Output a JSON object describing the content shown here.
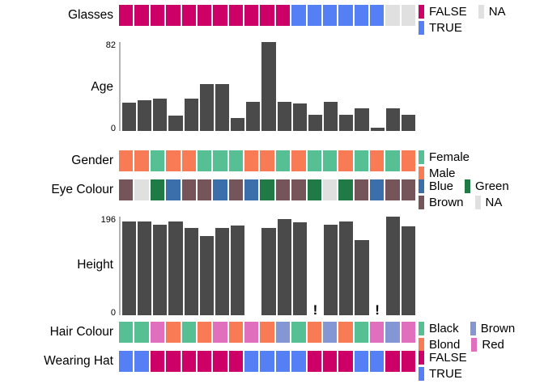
{
  "chart_data": {
    "type": "table",
    "title": "",
    "n_observations": 19,
    "description": "Data profile plot: categorical variables drawn as colour strips, numeric variables drawn as bar charts, with '!' marking missing numeric values.",
    "variables": [
      {
        "name": "Glasses",
        "kind": "categorical",
        "values": [
          "FALSE",
          "FALSE",
          "FALSE",
          "FALSE",
          "FALSE",
          "FALSE",
          "FALSE",
          "FALSE",
          "FALSE",
          "FALSE",
          "FALSE",
          "TRUE",
          "TRUE",
          "TRUE",
          "TRUE",
          "TRUE",
          "TRUE",
          "NA",
          "NA"
        ],
        "legend": [
          {
            "label": "FALSE",
            "color": "#cc0066"
          },
          {
            "label": "NA",
            "color": "#e0e0e0"
          },
          {
            "label": "TRUE",
            "color": "#5580f5"
          }
        ]
      },
      {
        "name": "Age",
        "kind": "numeric",
        "ylim": [
          0,
          82
        ],
        "ytick_top": "82",
        "ytick_bottom": "0",
        "values": [
          26,
          28,
          30,
          14,
          30,
          43,
          43,
          12,
          27,
          82,
          27,
          25,
          15,
          27,
          15,
          21,
          3,
          21,
          15
        ],
        "missing": []
      },
      {
        "name": "Gender",
        "kind": "categorical",
        "values": [
          "Male",
          "Male",
          "Female",
          "Male",
          "Male",
          "Female",
          "Female",
          "Female",
          "Male",
          "Male",
          "Female",
          "Male",
          "Female",
          "Female",
          "Male",
          "Female",
          "Male",
          "Female",
          "Male"
        ],
        "legend": [
          {
            "label": "Female",
            "color": "#56bf94"
          },
          {
            "label": "Male",
            "color": "#f97b55"
          }
        ]
      },
      {
        "name": "Eye Colour",
        "kind": "categorical",
        "values": [
          "Brown",
          "NA",
          "Green",
          "Blue",
          "Brown",
          "Brown",
          "Blue",
          "Brown",
          "Blue",
          "Green",
          "Brown",
          "Brown",
          "Green",
          "NA",
          "Green",
          "Brown",
          "Blue",
          "Brown",
          "Brown"
        ],
        "legend": [
          {
            "label": "Blue",
            "color": "#3a6fab"
          },
          {
            "label": "Green",
            "color": "#1f7a45"
          },
          {
            "label": "Brown",
            "color": "#75545a"
          },
          {
            "label": "NA",
            "color": "#e0e0e0"
          }
        ]
      },
      {
        "name": "Height",
        "kind": "numeric",
        "ylim": [
          0,
          196
        ],
        "ytick_top": "196",
        "ytick_bottom": "0",
        "values": [
          186,
          186,
          180,
          186,
          173,
          158,
          173,
          178,
          null,
          173,
          191,
          184,
          0,
          180,
          186,
          150,
          0,
          196,
          176
        ],
        "missing_marker": "!",
        "missing_indices": [
          12,
          16
        ],
        "absent_indices": [
          8
        ]
      },
      {
        "name": "Hair Colour",
        "kind": "categorical",
        "values": [
          "Black",
          "Black",
          "Red",
          "Blond",
          "Black",
          "Blond",
          "Red",
          "Blond",
          "Red",
          "Blond",
          "Brown",
          "Black",
          "Blond",
          "Brown",
          "Blond",
          "Black",
          "Red",
          "Brown",
          "Red"
        ],
        "legend": [
          {
            "label": "Black",
            "color": "#56bf94"
          },
          {
            "label": "Brown",
            "color": "#8596d4"
          },
          {
            "label": "Blond",
            "color": "#f97b55"
          },
          {
            "label": "Red",
            "color": "#e070bd"
          }
        ]
      },
      {
        "name": "Wearing Hat",
        "kind": "categorical",
        "values": [
          "TRUE",
          "TRUE",
          "FALSE",
          "FALSE",
          "FALSE",
          "FALSE",
          "FALSE",
          "FALSE",
          "TRUE",
          "TRUE",
          "TRUE",
          "TRUE",
          "FALSE",
          "FALSE",
          "FALSE",
          "TRUE",
          "TRUE",
          "FALSE",
          "FALSE"
        ],
        "legend": [
          {
            "label": "FALSE",
            "color": "#cc0066"
          },
          {
            "label": "TRUE",
            "color": "#5580f5"
          }
        ]
      }
    ]
  },
  "labels": {
    "glasses": "Glasses",
    "age": "Age",
    "gender": "Gender",
    "eye_colour": "Eye Colour",
    "height": "Height",
    "hair_colour": "Hair Colour",
    "wearing_hat": "Wearing Hat"
  },
  "axes": {
    "age_top": "82",
    "age_bottom": "0",
    "height_top": "196",
    "height_bottom": "0"
  },
  "legends": {
    "glasses": [
      {
        "label": "FALSE",
        "color": "#cc0066"
      },
      {
        "label": "NA",
        "color": "#e0e0e0"
      },
      {
        "label": "TRUE",
        "color": "#5580f5"
      }
    ],
    "gender": [
      {
        "label": "Female",
        "color": "#56bf94"
      },
      {
        "label": "Male",
        "color": "#f97b55"
      }
    ],
    "eye_colour": [
      {
        "label": "Blue",
        "color": "#3a6fab"
      },
      {
        "label": "Green",
        "color": "#1f7a45"
      },
      {
        "label": "Brown",
        "color": "#75545a"
      },
      {
        "label": "NA",
        "color": "#e0e0e0"
      }
    ],
    "hair_colour": [
      {
        "label": "Black",
        "color": "#56bf94"
      },
      {
        "label": "Brown",
        "color": "#8596d4"
      },
      {
        "label": "Blond",
        "color": "#f97b55"
      },
      {
        "label": "Red",
        "color": "#e070bd"
      }
    ],
    "wearing_hat": [
      {
        "label": "FALSE",
        "color": "#cc0066"
      },
      {
        "label": "TRUE",
        "color": "#5580f5"
      }
    ]
  },
  "palette": {
    "bar_fill": "#4a4a4a",
    "axis": "#b3b3b3",
    "background": "#ffffff",
    "text": "#000000"
  }
}
